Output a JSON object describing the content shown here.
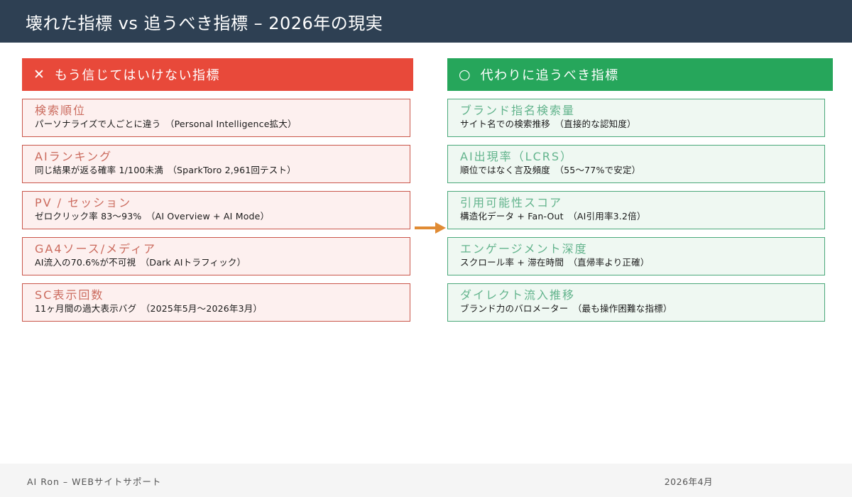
{
  "slide": {
    "title": "壊れた指標 vs 追うべき指標 – 2026年の現実",
    "accent_dark": "#2E4053",
    "accent_bad": "#E8493A",
    "accent_good": "#26A65B",
    "accent_arrow": "#E08B34"
  },
  "columns": {
    "bad": {
      "icon": "cross-icon",
      "icon_glyph": "✕",
      "header": "もう信じてはいけない指標",
      "cards": [
        {
          "title": "検索順位",
          "desc": "パーソナライズで人ごとに違う　（Personal Intelligence拡大）"
        },
        {
          "title": "AIランキング",
          "desc": "同じ結果が返る確率 1/100未満　（SparkToro 2,961回テスト）"
        },
        {
          "title": "PV / セッション",
          "desc": "ゼロクリック率 83〜93%　（AI Overview + AI Mode）"
        },
        {
          "title": "GA4ソース/メディア",
          "desc": "AI流入の70.6%が不可視　（Dark AIトラフィック）"
        },
        {
          "title": "SC表示回数",
          "desc": "11ヶ月間の過大表示バグ　（2025年5月〜2026年3月）"
        }
      ]
    },
    "good": {
      "icon": "circle-icon",
      "icon_glyph": "○",
      "header": "代わりに追うべき指標",
      "cards": [
        {
          "title": "ブランド指名検索量",
          "desc": "サイト名での検索推移　（直接的な認知度）"
        },
        {
          "title": "AI出現率（LCRS）",
          "desc": "順位ではなく言及頻度　（55〜77%で安定）"
        },
        {
          "title": "引用可能性スコア",
          "desc": "構造化データ + Fan-Out　（AI引用率3.2倍）"
        },
        {
          "title": "エンゲージメント深度",
          "desc": "スクロール率 + 滞在時間　（直帰率より正確）"
        },
        {
          "title": "ダイレクト流入推移",
          "desc": "ブランド力のバロメーター　（最も操作困難な指標）"
        }
      ]
    }
  },
  "footer": {
    "left": "AI Ron – WEBサイトサポート",
    "right": "2026年4月"
  }
}
